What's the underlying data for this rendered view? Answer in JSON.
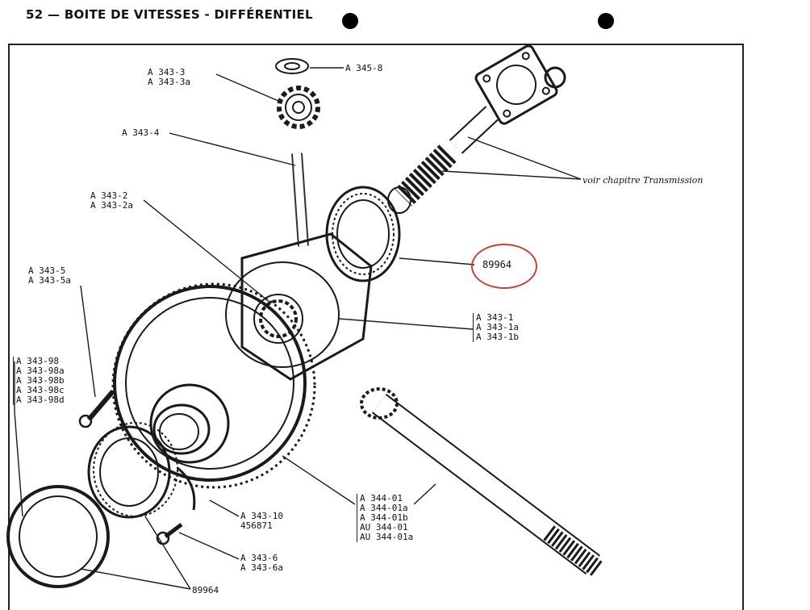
{
  "page": {
    "title": "52 — BOITE DE VITESSES - DIFFÉRENTIEL"
  },
  "labels": {
    "a345_8": "A 345-8",
    "a343_3": [
      "A 343-3",
      "A 343-3a"
    ],
    "a343_4": "A 343-4",
    "a343_2": [
      "A 343-2",
      "A 343-2a"
    ],
    "a343_5": [
      "A 343-5",
      "A 343-5a"
    ],
    "a343_98": [
      "A 343-98",
      "A 343-98a",
      "A 343-98b",
      "A 343-98c",
      "A 343-98d"
    ],
    "voir_transmission": "voir chapitre Transmission",
    "part_89964_top": "89964",
    "a343_1": [
      "A 343-1",
      "A 343-1a",
      "A 343-1b"
    ],
    "a344_01": [
      "A 344-01",
      "A 344-01a",
      "A 344-01b",
      "AU 344-01",
      "AU 344-01a"
    ],
    "a343_10": [
      "A 343-10",
      "456871"
    ],
    "a343_6": [
      "A 343-6",
      "A 343-6a"
    ],
    "part_89964_bottom": "89964"
  },
  "colors": {
    "ink": "#1a1a1a",
    "highlight": "#c8403c",
    "paper": "#ffffff"
  }
}
